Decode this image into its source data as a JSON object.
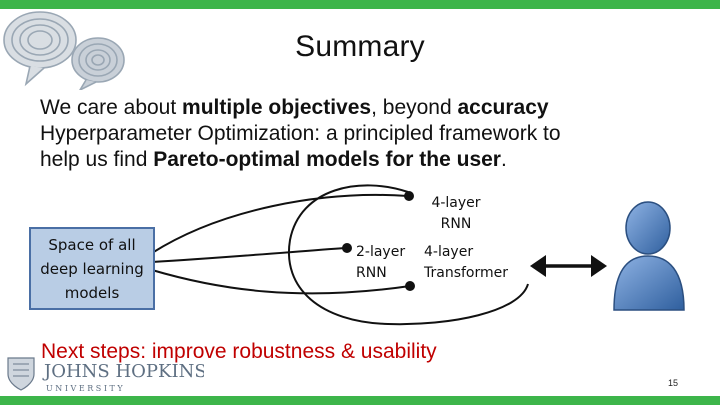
{
  "slide": {
    "title": "Summary",
    "line1": {
      "t1": "We care about ",
      "b1": "multiple objectives",
      "t2": ", beyond ",
      "b2": "accuracy"
    },
    "line2": "Hyperparameter Optimization: a principled framework to",
    "line3": {
      "t1": "help us find ",
      "b1": "Pareto-optimal models for the user",
      "t2": "."
    },
    "space_box": [
      "Space of all",
      "deep learning",
      "models"
    ],
    "labels": {
      "four_layer_rnn": [
        "4-layer",
        "RNN"
      ],
      "two_layer_rnn": [
        "2-layer",
        "RNN"
      ],
      "four_layer_transformer": [
        "4-layer",
        "Transformer"
      ]
    },
    "next_steps": "Next steps: improve robustness & usability",
    "logo": {
      "top": "JOHNS HOPKINS",
      "bottom": "U N I V E R S I T Y"
    },
    "page_number": "15"
  },
  "colors": {
    "accent_bar": "#3db54a",
    "box_fill": "#b9cde5",
    "box_border": "#4a6fa5",
    "next_steps": "#c00000",
    "user_icon": "#4a78b5"
  },
  "icons": [
    "speech-bubbles-logo",
    "user-icon",
    "double-arrow-icon",
    "jhu-shield-icon"
  ]
}
